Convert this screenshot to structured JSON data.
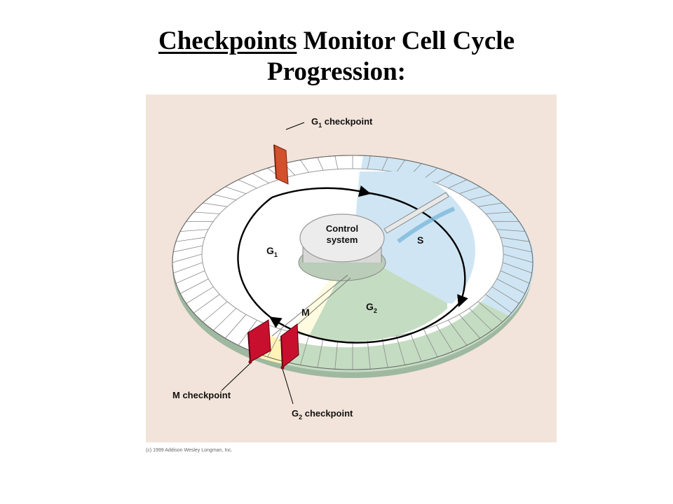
{
  "title": {
    "highlight": "Checkpoints",
    "rest_line1": " Monitor Cell Cycle",
    "line2": "Progression:"
  },
  "diagram": {
    "control_system": {
      "line1": "Control",
      "line2": "system"
    },
    "phases": {
      "g1": "G",
      "g1_sub": "1",
      "s": "S",
      "g2": "G",
      "g2_sub": "2",
      "m": "M"
    },
    "checkpoints": {
      "g1_label": "G",
      "g1_sub": "1",
      "g1_rest": " checkpoint",
      "m_label": "M checkpoint",
      "g2_label": "G",
      "g2_sub": "2",
      "g2_rest": " checkpoint"
    },
    "colors": {
      "background": "#f2e4da",
      "g1_region": "#ffffff",
      "s_region": "#cfe5f3",
      "g2_region": "#c4dcc1",
      "m_region": "#fffbe0",
      "checkpoint_red": "#c8102e",
      "g1_checkpoint_orange": "#d2502c"
    }
  },
  "copyright": "(c) 1999 Addison Wesley Longman, Inc."
}
